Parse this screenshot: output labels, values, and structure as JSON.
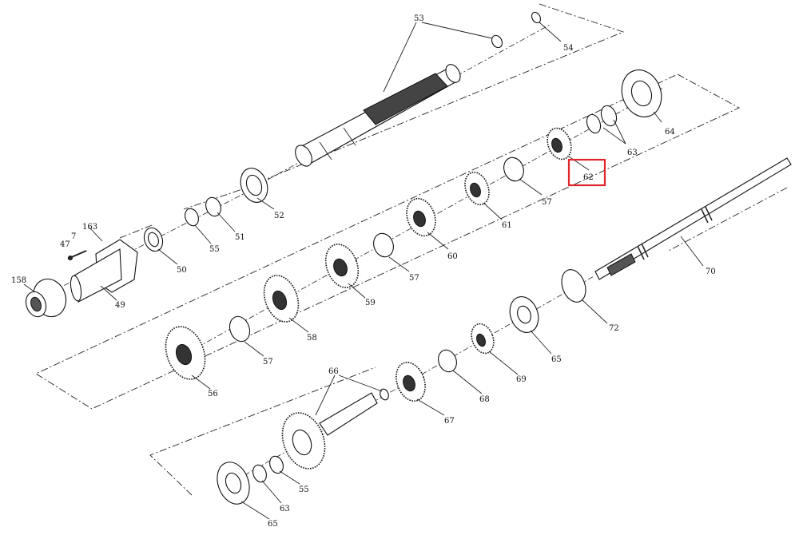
{
  "highlight": {
    "color": "#e0262b",
    "part_ref": "62"
  },
  "parts": {
    "p53": "53",
    "p54": "54",
    "p64": "64",
    "p63a": "63",
    "p62": "62",
    "p52": "52",
    "p51": "51",
    "p55a": "55",
    "p50": "50",
    "p61": "61",
    "p57a": "57",
    "p60": "60",
    "p57b": "57",
    "p59": "59",
    "p58": "58",
    "p57c": "57",
    "p56": "56",
    "p163": "163",
    "p7": "7",
    "p47": "47",
    "p158": "158",
    "p49": "49",
    "p70": "70",
    "p72": "72",
    "p65a": "65",
    "p69": "69",
    "p68": "68",
    "p67": "67",
    "p66": "66",
    "p55b": "55",
    "p63b": "63",
    "p65b": "65"
  }
}
